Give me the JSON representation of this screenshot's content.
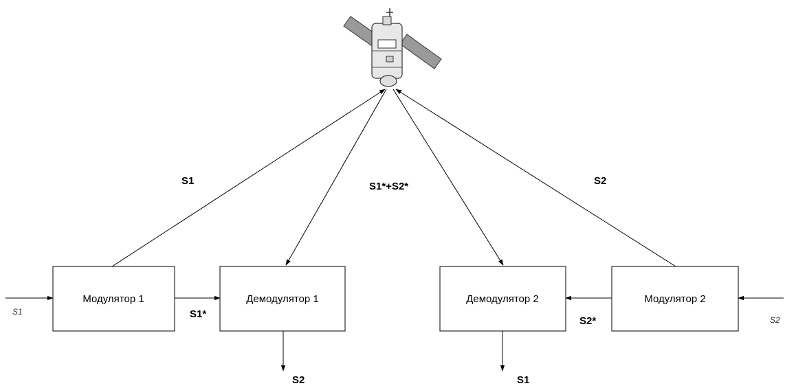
{
  "blocks": {
    "modulator1": "Модулятор 1",
    "demodulator1": "Демодулятор 1",
    "demodulator2": "Демодулятор 2",
    "modulator2": "Модулятор 2"
  },
  "signals": {
    "input_left": "S1",
    "input_right": "S2",
    "uplink_left": "S1",
    "uplink_right": "S2",
    "downlink": "S1*+S2*",
    "internal_left": "S1*",
    "internal_right": "S2*",
    "output_left": "S2",
    "output_right": "S1"
  },
  "icons": {
    "satellite": "satellite-icon"
  }
}
